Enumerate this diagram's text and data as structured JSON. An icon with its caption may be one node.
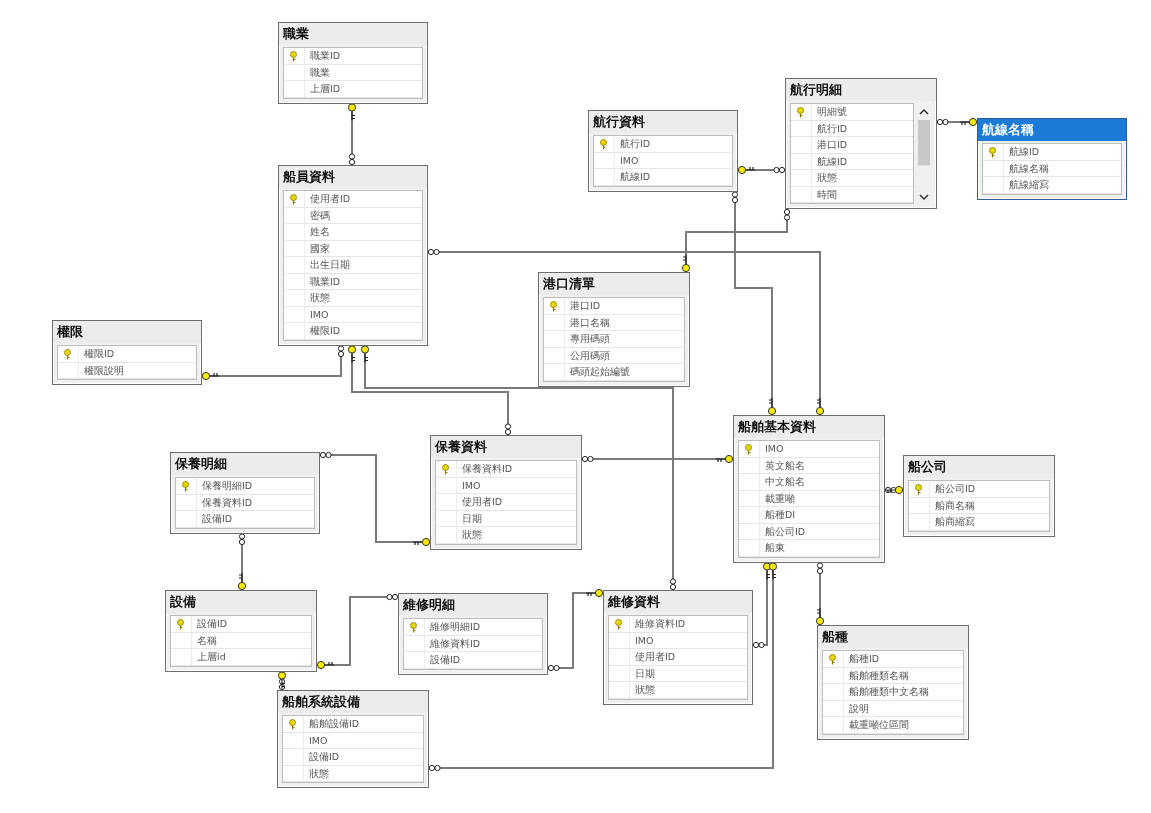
{
  "diagram": {
    "nodes": [
      {
        "text": [
          "職業",
          "職業ID",
          "職業",
          "上層ID"
        ]
      },
      {
        "text": [
          "航行明細",
          "明細號",
          "航行ID",
          "港口ID",
          "航線ID",
          "狀態",
          "時間"
        ]
      },
      {
        "text": [
          "航行資料",
          "航行ID",
          "IMO",
          "航線ID"
        ]
      },
      {
        "text": [
          "航線名稱",
          "航線ID",
          "航線名稱",
          "航線縮寫"
        ]
      },
      {
        "text": [
          "船員資料",
          "使用者ID",
          "密碼",
          "姓名",
          "國家",
          "出生日期",
          "職業ID",
          "狀態",
          "IMO",
          "權限ID"
        ]
      },
      {
        "text": [
          "港口清單",
          "港口ID",
          "港口名稱",
          "專用碼頭",
          "公用碼頭",
          "碼頭起始編號"
        ]
      },
      {
        "text": [
          "權限",
          "權限ID",
          "權限說明"
        ]
      },
      {
        "text": [
          "船舶基本資料",
          "IMO",
          "英文船名",
          "中文船名",
          "載重噸",
          "船種DI",
          "船公司ID",
          "船東"
        ]
      },
      {
        "text": [
          "保養資料",
          "保養資料ID",
          "IMO",
          "使用者ID",
          "日期",
          "狀態"
        ]
      },
      {
        "text": [
          "保養明細",
          "保養明細ID",
          "保養資料ID",
          "設備ID"
        ]
      },
      {
        "text": [
          "船公司",
          "船公司ID",
          "船商名稱",
          "船商縮寫"
        ]
      },
      {
        "text": [
          "設備",
          "設備ID",
          "名稱",
          "上層id"
        ]
      },
      {
        "text": [
          "維修明細",
          "維修明細ID",
          "維修資料ID",
          "設備ID"
        ]
      },
      {
        "text": [
          "維修資料",
          "維修資料ID",
          "IMO",
          "使用者ID",
          "日期",
          "狀態"
        ]
      },
      {
        "text": [
          "船種",
          "船種ID",
          "船舶種類名稱",
          "船舶種類中文名稱",
          "說明",
          "載重噸位區間"
        ]
      },
      {
        "text": [
          "船舶系統設備",
          "船舶設備ID",
          "IMO",
          "設備ID",
          "狀態"
        ]
      }
    ],
    "edges": [
      {
        "from": 4,
        "to": 0,
        "arrow": "other"
      },
      {
        "from": 1,
        "to": 2,
        "arrow": "other"
      },
      {
        "from": 1,
        "to": 3,
        "arrow": "other"
      },
      {
        "from": 1,
        "to": 5,
        "arrow": "other"
      },
      {
        "from": 4,
        "to": 7,
        "arrow": "other"
      },
      {
        "from": 2,
        "to": 7,
        "arrow": "other"
      },
      {
        "from": 4,
        "to": 6,
        "arrow": "other"
      },
      {
        "from": 8,
        "to": 4,
        "arrow": "other"
      },
      {
        "from": 13,
        "to": 4,
        "arrow": "other"
      },
      {
        "from": 8,
        "to": 7,
        "arrow": "other"
      },
      {
        "from": 9,
        "to": 8,
        "arrow": "other"
      },
      {
        "from": 9,
        "to": 11,
        "arrow": "other"
      },
      {
        "from": 7,
        "to": 10,
        "arrow": "other"
      },
      {
        "from": 7,
        "to": 14,
        "arrow": "other"
      },
      {
        "from": 12,
        "to": 11,
        "arrow": "other"
      },
      {
        "from": 12,
        "to": 13,
        "arrow": "other"
      },
      {
        "from": 13,
        "to": 7,
        "arrow": "other"
      },
      {
        "from": 15,
        "to": 7,
        "arrow": "other"
      },
      {
        "from": 15,
        "to": 11,
        "arrow": "other"
      }
    ]
  }
}
